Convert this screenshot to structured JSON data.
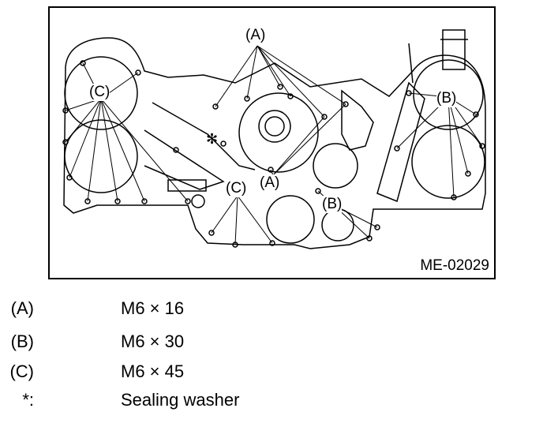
{
  "figure": {
    "id": "ME-02029",
    "callouts": [
      "(A)",
      "(A)",
      "(B)",
      "(B)",
      "(C)",
      "(C)",
      "✻"
    ]
  },
  "legend": [
    {
      "key": "(A)",
      "value": "M6 × 16"
    },
    {
      "key": "(B)",
      "value": "M6 × 30"
    },
    {
      "key": "(C)",
      "value": "M6 × 45"
    },
    {
      "key": "*:",
      "value": "Sealing washer"
    }
  ]
}
